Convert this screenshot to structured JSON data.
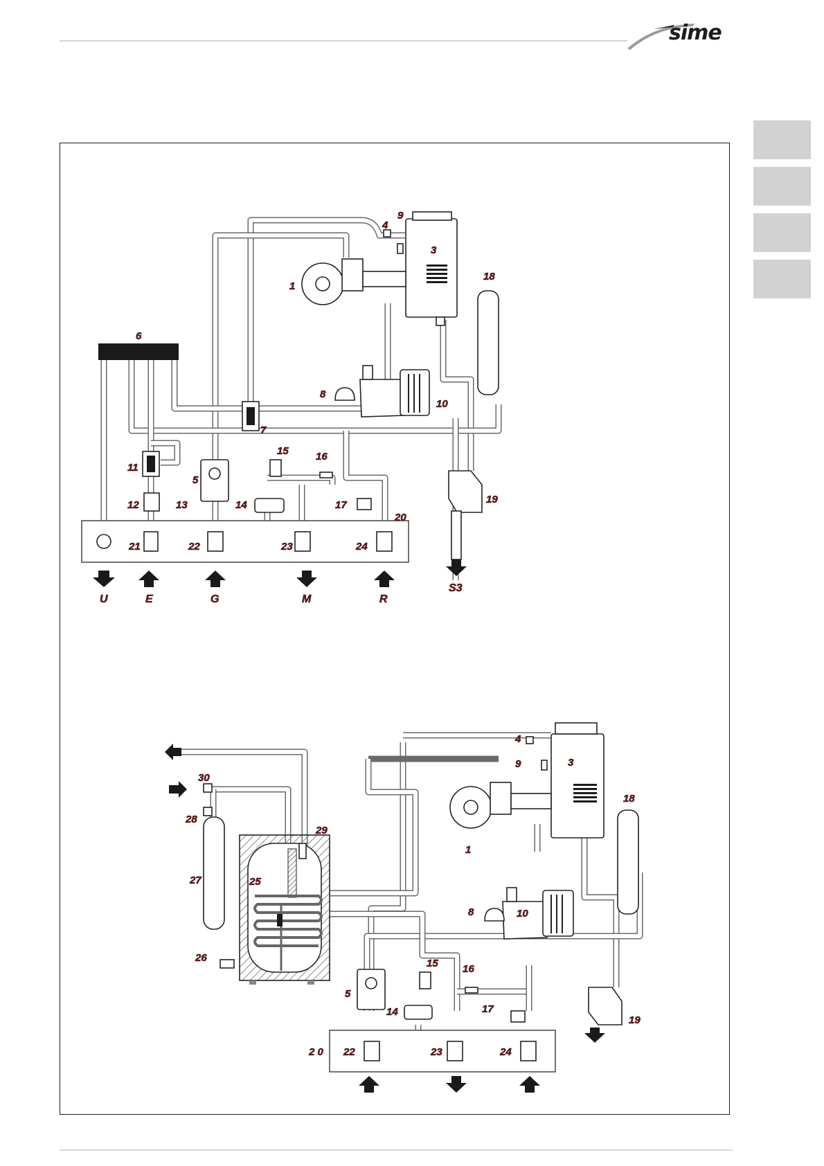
{
  "brand": {
    "logo_text": "sime"
  },
  "side_tabs": [
    "",
    "",
    "",
    ""
  ],
  "diagram_top": {
    "components": [
      {
        "id": "1",
        "label": "1"
      },
      {
        "id": "3",
        "label": "3"
      },
      {
        "id": "4",
        "label": "4"
      },
      {
        "id": "5",
        "label": "5"
      },
      {
        "id": "6",
        "label": "6"
      },
      {
        "id": "7",
        "label": "7"
      },
      {
        "id": "8",
        "label": "8"
      },
      {
        "id": "9",
        "label": "9"
      },
      {
        "id": "10",
        "label": "10"
      },
      {
        "id": "11",
        "label": "11"
      },
      {
        "id": "12",
        "label": "12"
      },
      {
        "id": "13",
        "label": "13"
      },
      {
        "id": "14",
        "label": "14"
      },
      {
        "id": "15",
        "label": "15"
      },
      {
        "id": "16",
        "label": "16"
      },
      {
        "id": "17",
        "label": "17"
      },
      {
        "id": "18",
        "label": "18"
      },
      {
        "id": "19",
        "label": "19"
      },
      {
        "id": "20",
        "label": "20"
      },
      {
        "id": "21",
        "label": "21"
      },
      {
        "id": "22",
        "label": "22"
      },
      {
        "id": "23",
        "label": "23"
      },
      {
        "id": "24",
        "label": "24"
      }
    ],
    "connections": [
      "U",
      "E",
      "G",
      "M",
      "R",
      "S3"
    ]
  },
  "diagram_bottom": {
    "components": [
      {
        "id": "1",
        "label": "1"
      },
      {
        "id": "3",
        "label": "3"
      },
      {
        "id": "4",
        "label": "4"
      },
      {
        "id": "5",
        "label": "5"
      },
      {
        "id": "8",
        "label": "8"
      },
      {
        "id": "9",
        "label": "9"
      },
      {
        "id": "10",
        "label": "10"
      },
      {
        "id": "14",
        "label": "14"
      },
      {
        "id": "15",
        "label": "15"
      },
      {
        "id": "16",
        "label": "16"
      },
      {
        "id": "17",
        "label": "17"
      },
      {
        "id": "18",
        "label": "18"
      },
      {
        "id": "19",
        "label": "19"
      },
      {
        "id": "20",
        "label": "2 0"
      },
      {
        "id": "22",
        "label": "22"
      },
      {
        "id": "23",
        "label": "23"
      },
      {
        "id": "24",
        "label": "24"
      },
      {
        "id": "25",
        "label": "25"
      },
      {
        "id": "26",
        "label": "26"
      },
      {
        "id": "27",
        "label": "27"
      },
      {
        "id": "28",
        "label": "28"
      },
      {
        "id": "29",
        "label": "29"
      },
      {
        "id": "30",
        "label": "30"
      }
    ]
  }
}
